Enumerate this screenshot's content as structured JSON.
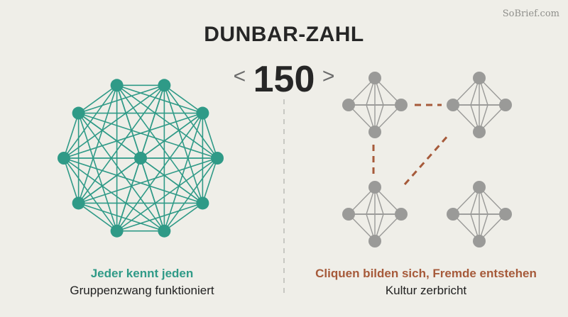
{
  "watermark": "SoBrief.com",
  "title": "DUNBAR-ZAHL",
  "threshold": {
    "left_symbol": "<",
    "value": "150",
    "right_symbol": ">"
  },
  "left_panel": {
    "lead": "Jeder kennt jeden",
    "sub": "Gruppenzwang funktioniert"
  },
  "right_panel": {
    "lead": "Cliquen bilden sich, Fremde entstehen",
    "sub": "Kultur zerbricht"
  },
  "colors": {
    "background": "#efeee8",
    "network_teal": "#2f9a87",
    "clique_gray": "#9a9a98",
    "bridge_rust": "#a65a3a",
    "divider_gray": "#c7c7c2",
    "text_dark": "#262626"
  }
}
